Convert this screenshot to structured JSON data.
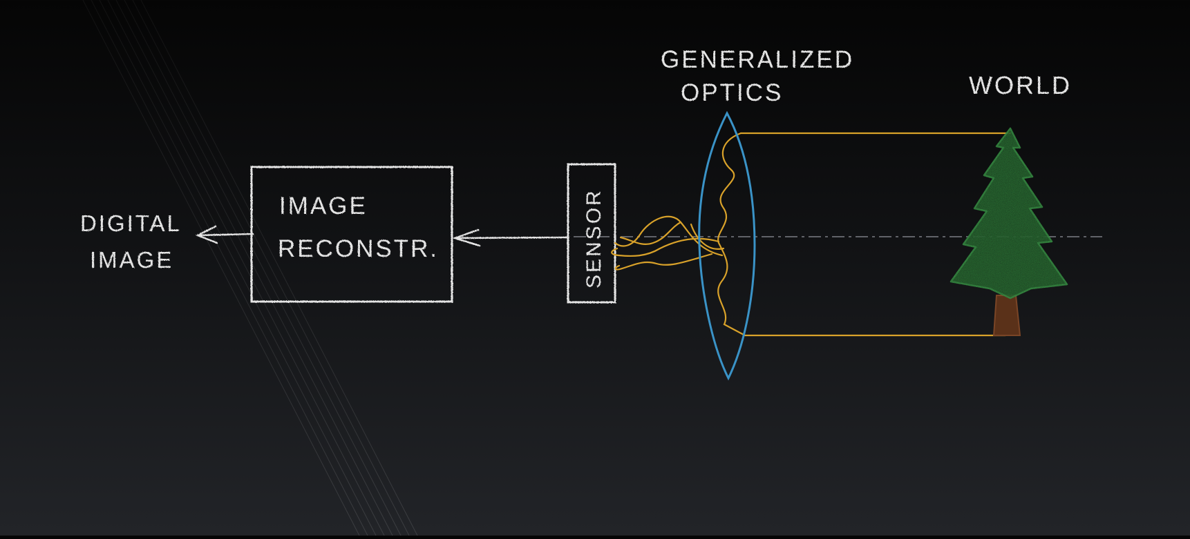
{
  "colors": {
    "chalk": "#e4e4e4",
    "ray": "#d9a22a",
    "lens": "#3a93c7",
    "tree_green": "#2f7d3a",
    "tree_trunk": "#6b3a1f",
    "axis": "#6f7278"
  },
  "labels": {
    "digital_image_line1": "DIGITAL",
    "digital_image_line2": "IMAGE",
    "reconstruction_line1": "IMAGE",
    "reconstruction_line2": "RECONSTR.",
    "sensor": "SENSOR",
    "optics_line1": "GENERALIZED",
    "optics_line2": "OPTICS",
    "world": "WORLD"
  }
}
